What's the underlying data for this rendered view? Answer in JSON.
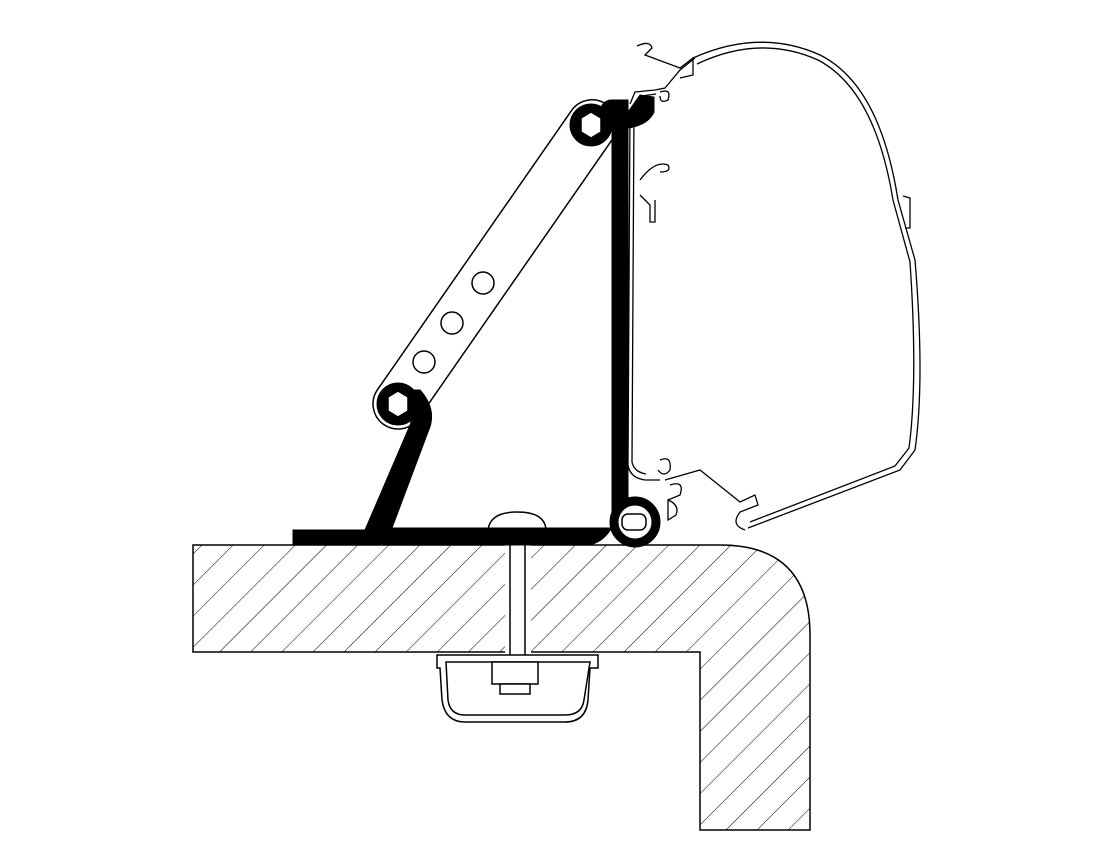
{
  "colors": {
    "line": "#000000",
    "background": "#ffffff",
    "bracket_fill": "#000000"
  },
  "parts": [
    "roof-wall-section",
    "mounting-bracket",
    "adjustable-arm",
    "awning-rail-profile",
    "awning-housing",
    "through-bolt",
    "backing-plate"
  ]
}
